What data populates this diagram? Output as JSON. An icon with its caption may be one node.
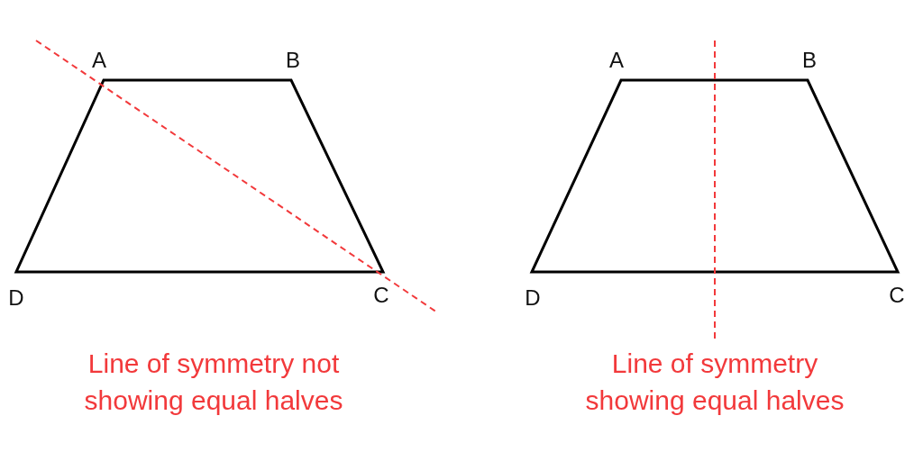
{
  "diagram": {
    "labels": [
      "A",
      "B",
      "D",
      "C",
      "Line of symmetry not showing equal halves",
      "A",
      "B",
      "D",
      "C",
      "Line of symmetry showing equal halves"
    ]
  }
}
